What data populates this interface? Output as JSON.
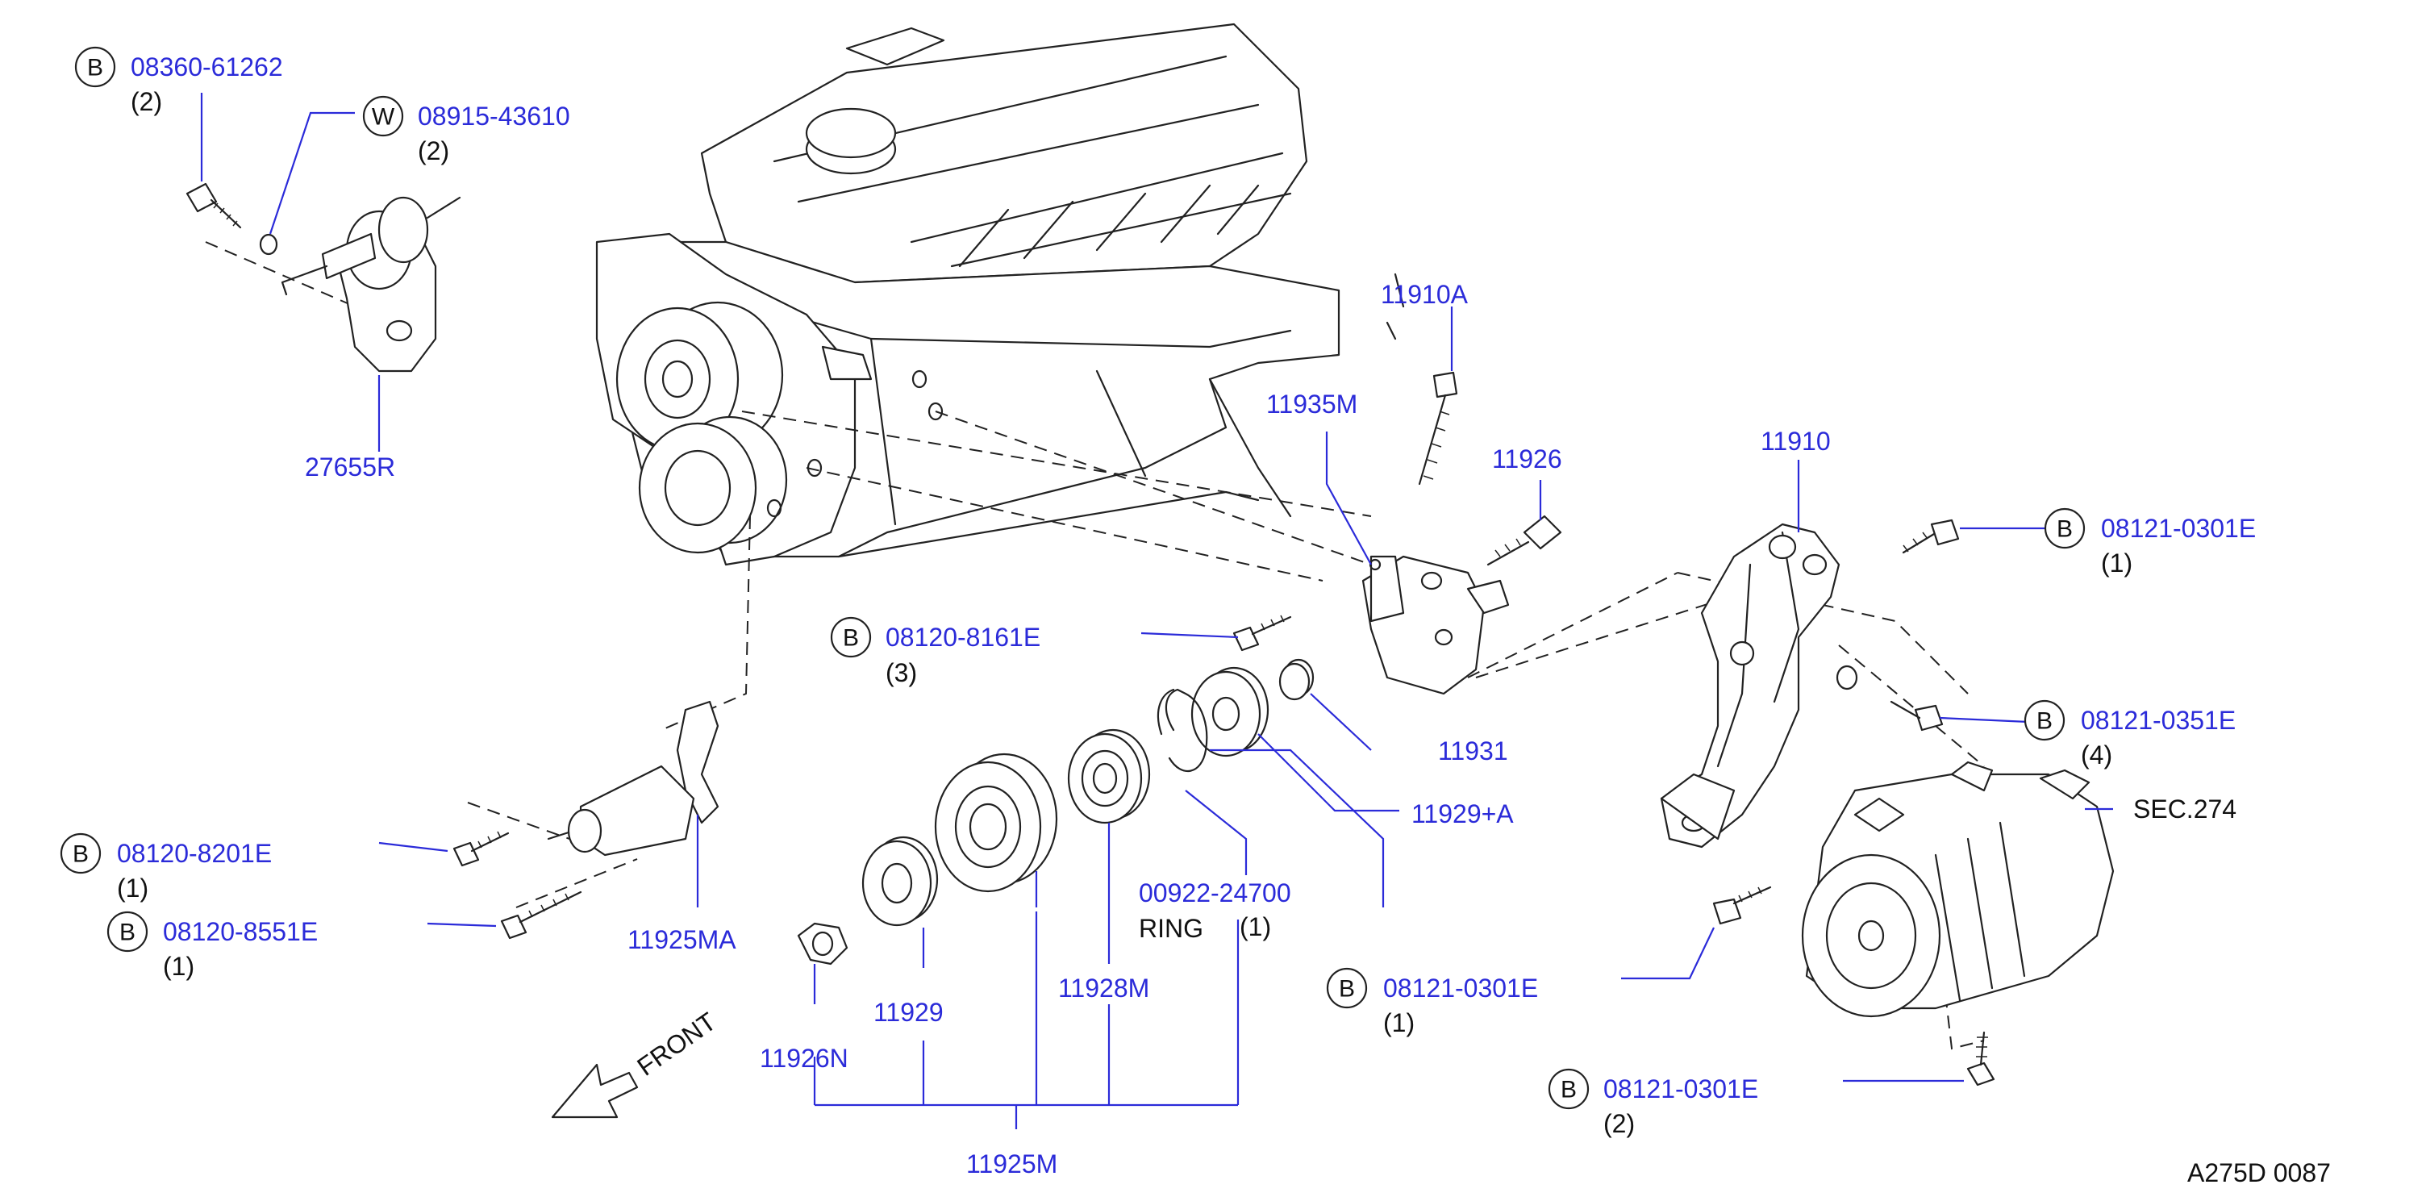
{
  "callouts": {
    "c_0836061262": {
      "symbol": "B",
      "part_no": "08360-61262",
      "qty": "(2)"
    },
    "c_0891543610": {
      "symbol": "W",
      "part_no": "08915-43610",
      "qty": "(2)"
    },
    "c_0812081 61E": {
      "symbol": "B",
      "part_no": "08120-8161E",
      "qty": "(3)"
    },
    "c_0812082 01E": {
      "symbol": "B",
      "part_no": "08120-8201E",
      "qty": "(1)"
    },
    "c_0812085 51E": {
      "symbol": "B",
      "part_no": "08120-8551E",
      "qty": "(1)"
    },
    "c_0812103 01E_a": {
      "symbol": "B",
      "part_no": "08121-0301E",
      "qty": "(1)"
    },
    "c_0812103 51E": {
      "symbol": "B",
      "part_no": "08121-0351E",
      "qty": "(4)"
    },
    "c_0812103 01E_b": {
      "symbol": "B",
      "part_no": "08121-0301E",
      "qty": "(1)"
    },
    "c_0812103 01E_c": {
      "symbol": "B",
      "part_no": "08121-0301E",
      "qty": "(2)"
    },
    "c_0092224700": {
      "part_no": "00922-24700",
      "name": "RING",
      "qty": "(1)"
    }
  },
  "parts": {
    "p27655R": "27655R",
    "p11910A": "11910A",
    "p11935M": "11935M",
    "p11926": "11926",
    "p11910": "11910",
    "p11931": "11931",
    "p11929A": "11929+A",
    "p11925MA": "11925MA",
    "p11929": "11929",
    "p11928M": "11928M",
    "p11926N": "11926N",
    "p11925M": "11925M"
  },
  "labels": {
    "sec": "SEC.274",
    "front": "FRONT",
    "diagram_code": "A275D  0087"
  },
  "colors": {
    "part_number": "#2b2bd9",
    "line_art": "#222222",
    "text": "#111111"
  }
}
